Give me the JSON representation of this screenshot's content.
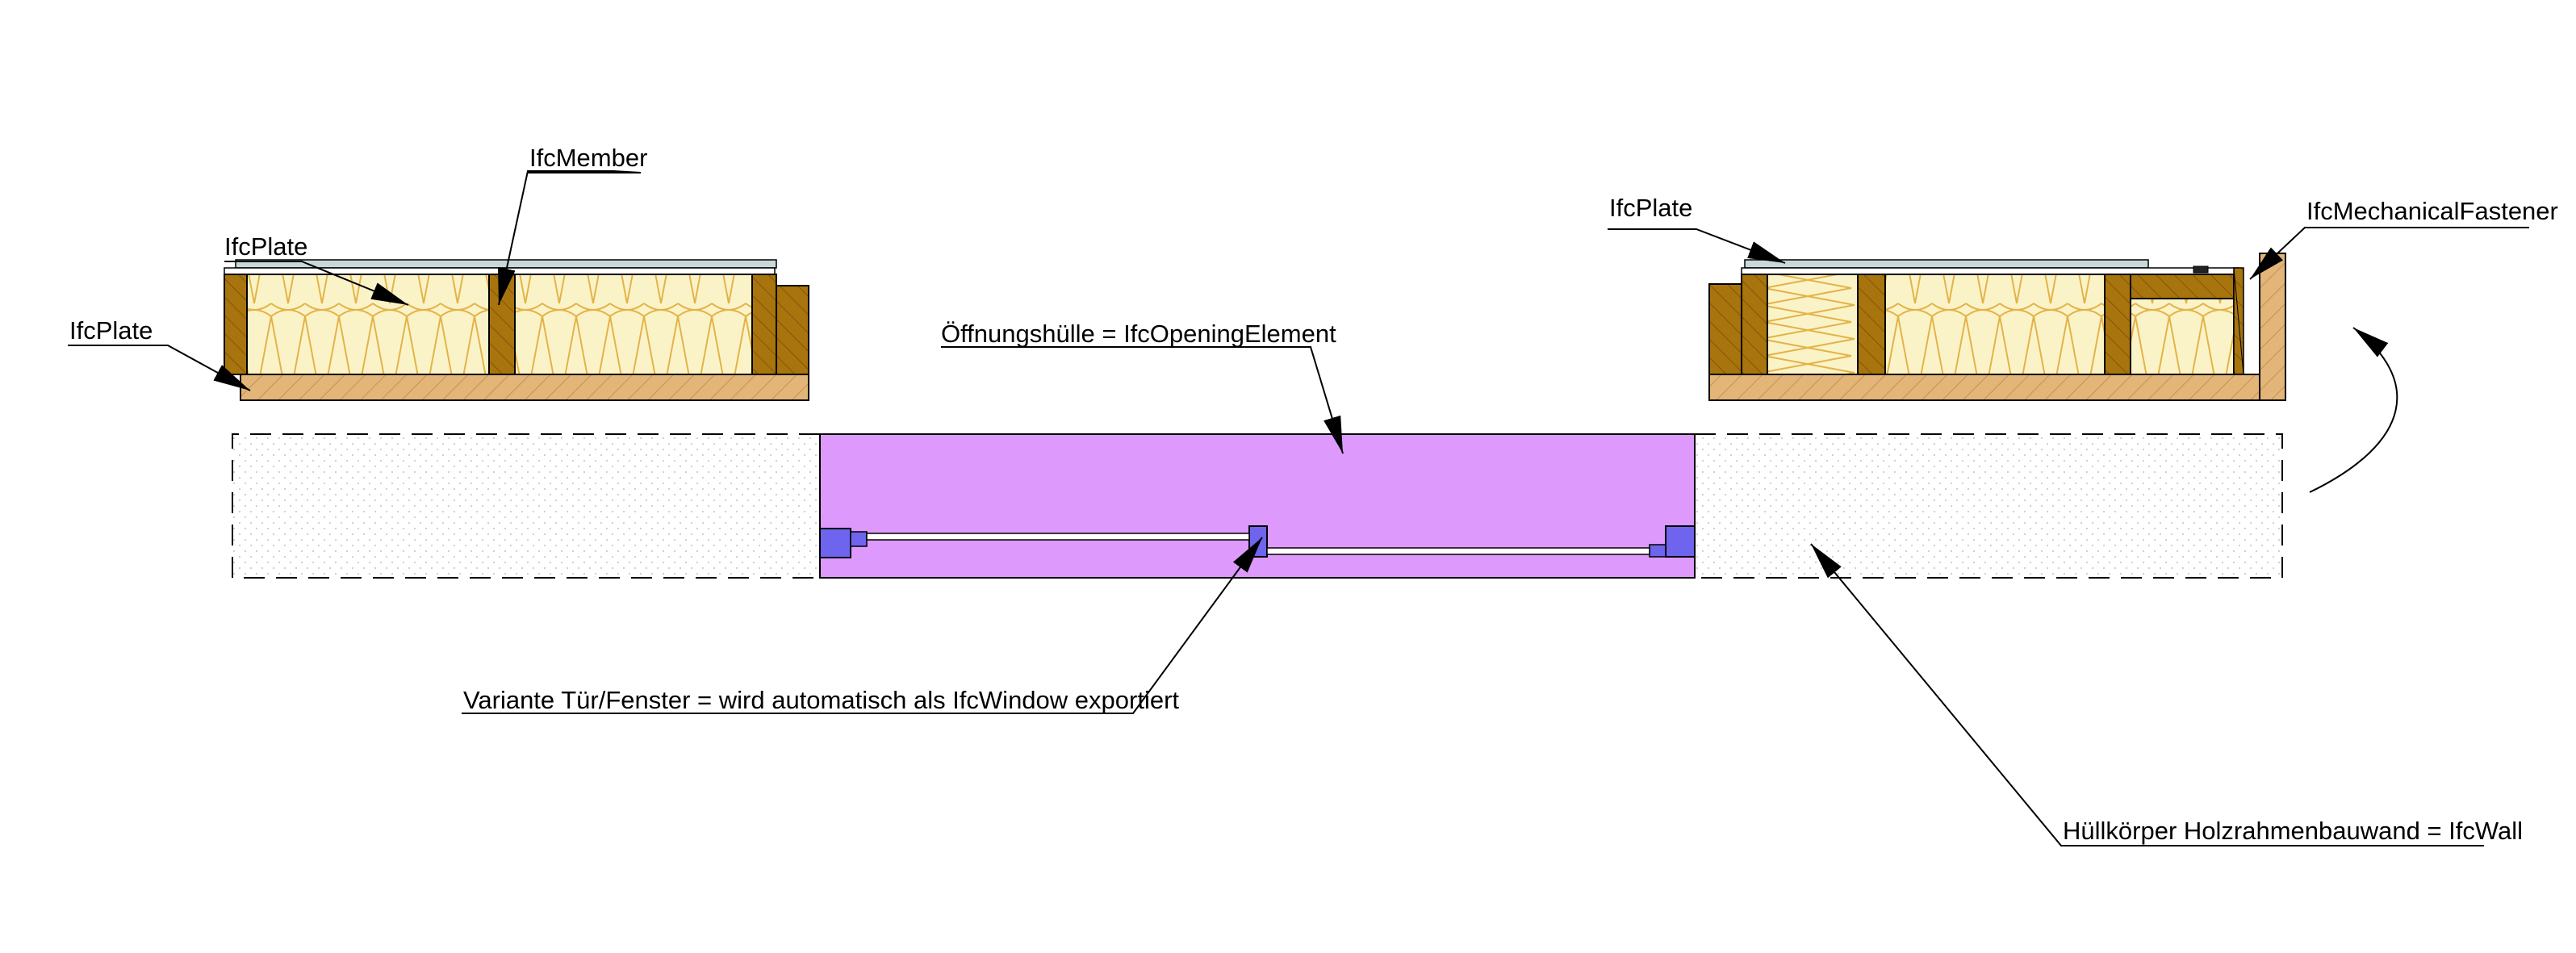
{
  "labels": {
    "plate_left_outer": "IfcPlate",
    "plate_left_inner": "IfcPlate",
    "member": "IfcMember",
    "plate_right": "IfcPlate",
    "fastener": "IfcMechanicalFastener",
    "opening": "Öffnungshülle = IfcOpeningElement",
    "window": "Variante Tür/Fenster = wird automatisch als IfcWindow exportiert",
    "wall": "Hüllkörper Holzrahmenbauwand = IfcWall"
  },
  "colors": {
    "background": "#ffffff",
    "timber_stud": "#a8740e",
    "timber_plate": "#e3b579",
    "insulation": "#fbf3c8",
    "insulation_lines": "#e3b347",
    "opening_fill": "#dd99fb",
    "window_frame": "#6e64ee",
    "wall_hatch": "#d0d0d0",
    "outline": "#000000"
  }
}
